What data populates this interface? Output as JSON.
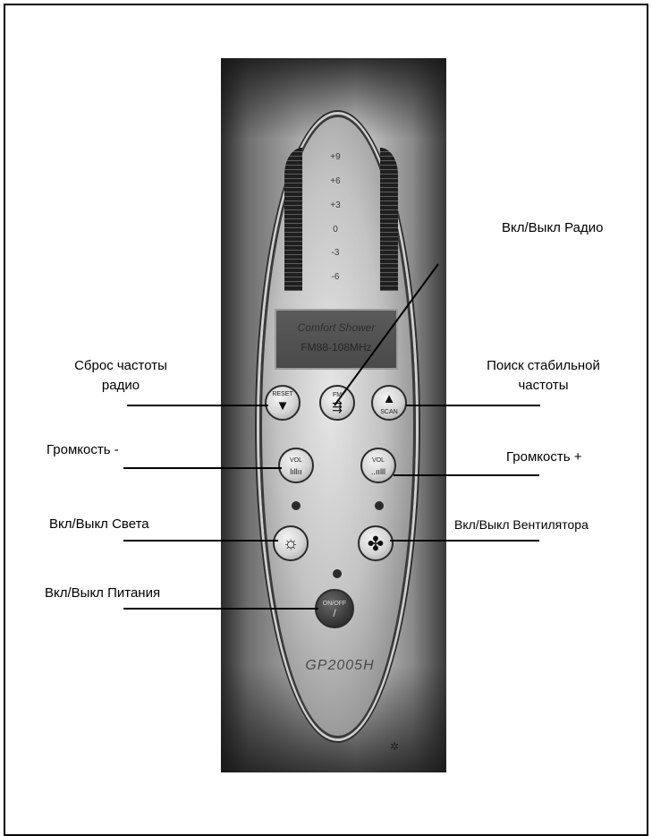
{
  "device": {
    "meter_scale": [
      "+9",
      "+6",
      "+3",
      "0",
      "-3",
      "-6"
    ],
    "display": {
      "line1": "Comfort Shower",
      "line2": "FM88-108MHz"
    },
    "buttons": {
      "reset": {
        "label": "RESET",
        "glyph": "▼"
      },
      "radio": {
        "label": "FM",
        "glyph": "⇶"
      },
      "scan": {
        "label": "SCAN",
        "glyph": "▲"
      },
      "vol_down": {
        "label": "VOL",
        "glyph": "lıllıı"
      },
      "vol_up": {
        "label": "VOL",
        "glyph": "..ıılll"
      },
      "light": {
        "glyph": "☼"
      },
      "fan": {
        "glyph": "✤"
      },
      "power": {
        "label": "ON/OFF",
        "glyph": "/"
      }
    },
    "model": "GP2005H",
    "speaker_icon": "✲"
  },
  "callouts": {
    "radio_toggle": "Вкл/Выкл Радио",
    "reset_freq_line1": "Сброс частоты",
    "reset_freq_line2": "радио",
    "scan_line1": "Поиск стабильной",
    "scan_line2": "частоты",
    "volume_down": "Громкость -",
    "volume_up": "Громкость +",
    "light_toggle": "Вкл/Выкл Света",
    "fan_toggle": "Вкл/Выкл Вентилятора",
    "power_toggle": "Вкл/Выкл Питания"
  },
  "colors": {
    "line": "#000000",
    "panel": "#c3c3c3",
    "lcd": "#4f4f4f"
  }
}
